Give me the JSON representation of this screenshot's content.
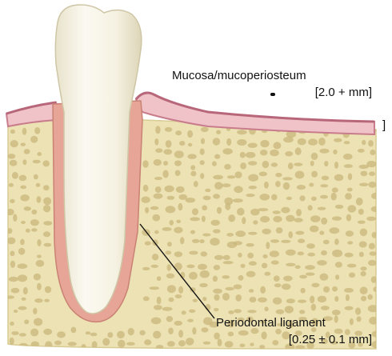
{
  "labels": {
    "mucosa_title": "Mucosa/mucoperiosteum",
    "mucosa_value": "[2.0 + mm]",
    "pdl_title": "Periodontal ligament",
    "pdl_value": "[0.25 ± 0.1 mm]",
    "edge_bracket": "]"
  },
  "colors": {
    "bone_fill": "#ece2b4",
    "bone_pores": "#c9b679",
    "mucosa_dark": "#c87c8c",
    "mucosa_light": "#efc3c8",
    "ligament": "#e7a597",
    "tooth": "#f6f3e6",
    "leader_line": "#111111"
  }
}
